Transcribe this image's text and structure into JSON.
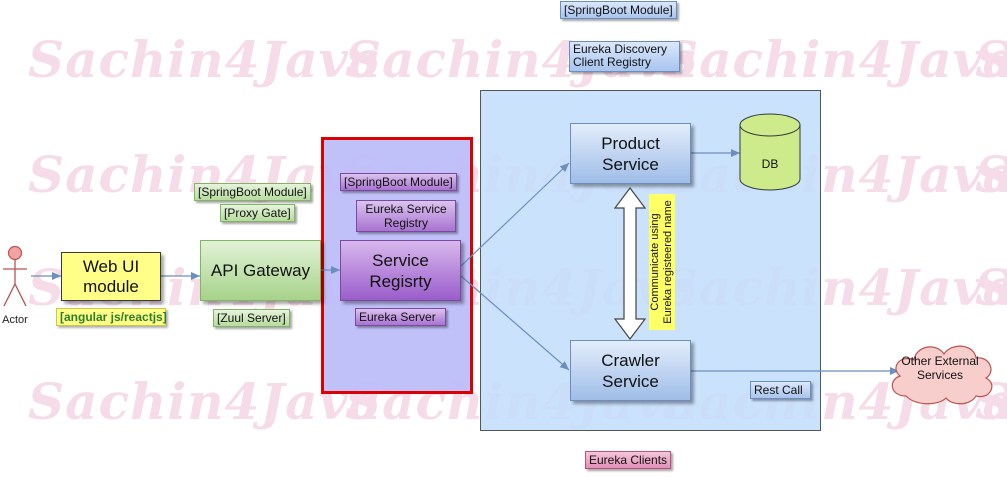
{
  "watermark": "Sachin4Java",
  "actor": {
    "label": "Actor"
  },
  "web_ui": {
    "title": "Web UI\nmodule",
    "tag": "[angular js/reactjs]"
  },
  "api_gateway": {
    "title": "API Gateway",
    "tag_springboot": "[SpringBoot Module]",
    "tag_proxy": "[Proxy Gate]",
    "tag_zuul": "[Zuul Server]"
  },
  "registry": {
    "title": "Service\nRegisrty",
    "tag_springboot": "[SpringBoot Module]",
    "tag_eureka": "Eureka Service\nRegistry",
    "tag_server": "Eureka Server"
  },
  "legend": {
    "springboot": "[SpringBoot Module]",
    "discovery": "Eureka Discovery\nClient Registry"
  },
  "product": {
    "title": "Product\nService"
  },
  "db": {
    "label": "DB"
  },
  "crawler": {
    "title": "Crawler\nService"
  },
  "communicate": {
    "label": "Communicate using\nEureka registeered name"
  },
  "rest_call": {
    "label": "Rest Call"
  },
  "external": {
    "label": "Other External\nServices"
  },
  "eureka_clients": {
    "label": "Eureka Clients"
  }
}
